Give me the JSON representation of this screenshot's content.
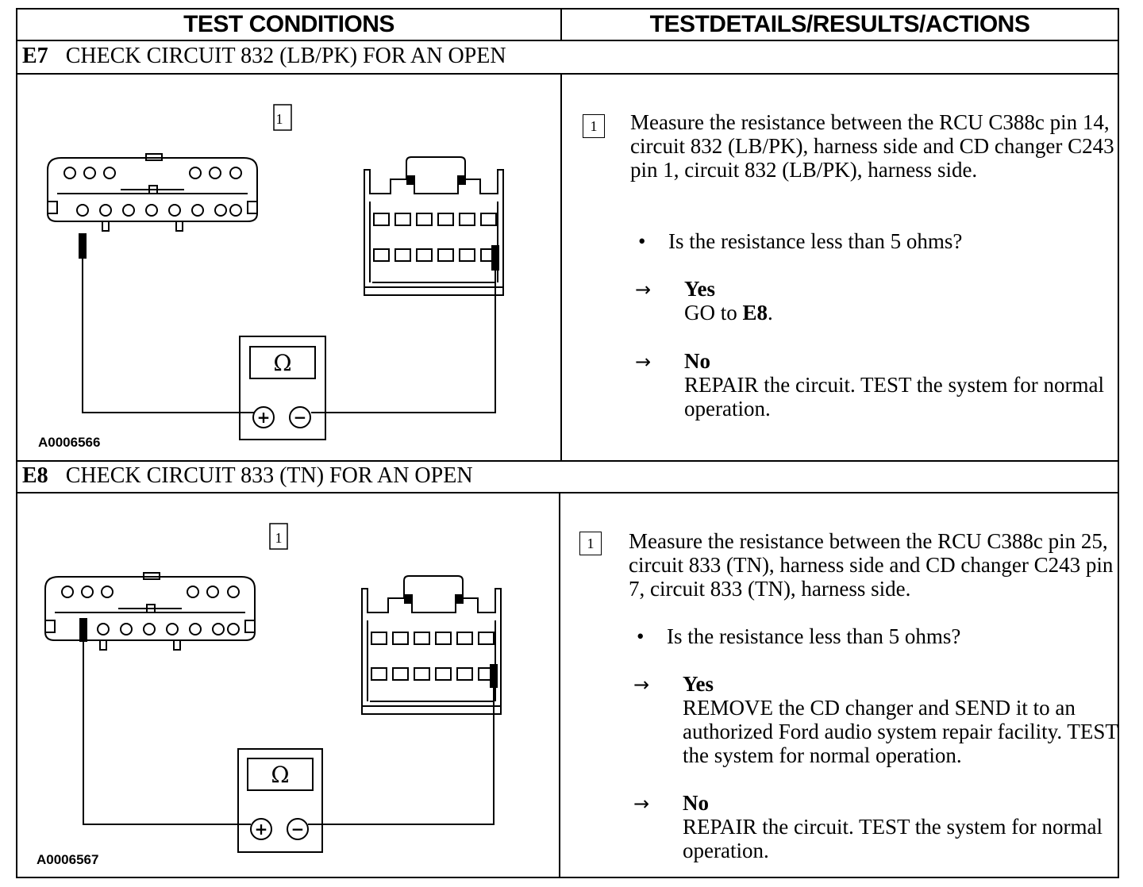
{
  "table": {
    "header_left": "TEST CONDITIONS",
    "header_right": "TESTDETAILS/RESULTS/ACTIONS"
  },
  "steps": [
    {
      "id": "E7",
      "title": "CHECK CIRCUIT 832 (LB/PK) FOR AN OPEN",
      "figure_id": "A0006566",
      "step_marker": "1",
      "instruction": "Measure the resistance between the RCU C388c pin 14, circuit 832 (LB/PK), harness side and CD changer C243 pin 1, circuit 832 (LB/PK), harness side.",
      "question": "Is the resistance less than 5 ohms?",
      "yes_label": "Yes",
      "yes_action_prefix": "GO to ",
      "yes_action_ref": "E8",
      "yes_action_suffix": ".",
      "no_label": "No",
      "no_action": "REPAIR the circuit. TEST the system for normal operation.",
      "meter_symbol": "Ω",
      "plus": "+",
      "minus": "−"
    },
    {
      "id": "E8",
      "title": "CHECK CIRCUIT 833 (TN) FOR AN OPEN",
      "figure_id": "A0006567",
      "step_marker": "1",
      "instruction": "Measure the resistance between the RCU C388c pin 25, circuit 833 (TN), harness side and CD changer C243 pin 7, circuit 833 (TN), harness side.",
      "question": "Is the resistance less than 5 ohms?",
      "yes_label": "Yes",
      "yes_action": "REMOVE the CD changer and SEND it to an authorized Ford audio system repair facility. TEST the system for normal operation.",
      "no_label": "No",
      "no_action": "REPAIR the circuit. TEST the system for normal operation.",
      "meter_symbol": "Ω",
      "plus": "+",
      "minus": "−"
    }
  ],
  "symbols": {
    "arrow": "→",
    "bullet": "•"
  }
}
